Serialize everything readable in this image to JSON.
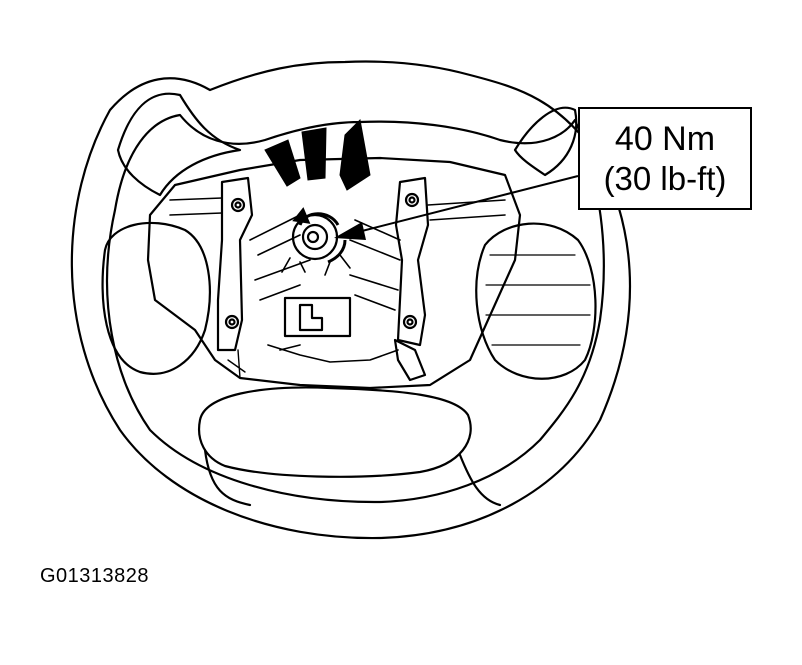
{
  "callout": {
    "torque_metric": "40 Nm",
    "torque_imperial": "(30 lb-ft)"
  },
  "figure_id": "G01313828",
  "colors": {
    "line": "#000000",
    "background": "#ffffff"
  },
  "icons": [
    "rotation-arrow-icon",
    "impact-marks-icon"
  ]
}
